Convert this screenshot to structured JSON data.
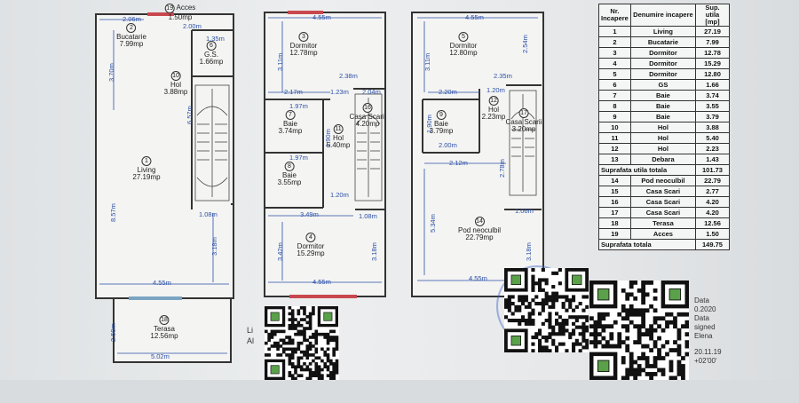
{
  "plan_ground": {
    "rooms": [
      {
        "num": "19",
        "name": "Acces",
        "area": "1.50mp"
      },
      {
        "num": "2",
        "name": "Bucatarie",
        "area": "7.99mp"
      },
      {
        "num": "6",
        "name": "G.S.",
        "area": "1.66mp"
      },
      {
        "num": "10",
        "name": "Hol",
        "area": "3.88mp"
      },
      {
        "num": "1",
        "name": "Living",
        "area": "27.19mp"
      },
      {
        "num": "18",
        "name": "Terasa",
        "area": "12.56mp"
      }
    ],
    "dims": [
      "2.06m",
      "2.00m",
      "1.35m",
      "3.70m",
      "6.57m",
      "8.57m",
      "1.08m",
      "3.18m",
      "4.55m",
      "2.50m",
      "5.02m"
    ]
  },
  "plan_first": {
    "rooms": [
      {
        "num": "3",
        "name": "Dormitor",
        "area": "12.78mp"
      },
      {
        "num": "7",
        "name": "Baie",
        "area": "3.74mp"
      },
      {
        "num": "11",
        "name": "Hol",
        "area": "5.40mp"
      },
      {
        "num": "16",
        "name": "Casa Scarii",
        "area": "4.20mp"
      },
      {
        "num": "8",
        "name": "Baie",
        "area": "3.55mp"
      },
      {
        "num": "4",
        "name": "Dormitor",
        "area": "15.29mp"
      }
    ],
    "dims": [
      "4.55m",
      "3.11m",
      "2.38m",
      "2.17m",
      "1.23m",
      "2.04m",
      "1.97m",
      "1.90m",
      "1.97m",
      "1.20m",
      "3.49m",
      "1.08m",
      "3.42m",
      "3.18m",
      "4.55m"
    ]
  },
  "plan_attic": {
    "rooms": [
      {
        "num": "5",
        "name": "Dormitor",
        "area": "12.80mp"
      },
      {
        "num": "12",
        "name": "Hol",
        "area": "2.23mp"
      },
      {
        "num": "9",
        "name": "Baie",
        "area": "3.79mp"
      },
      {
        "num": "17",
        "name": "Casa Scarii",
        "area": "3.20mp"
      },
      {
        "num": "14",
        "name": "Pod neoculbil",
        "area": "22.79mp"
      }
    ],
    "dims": [
      "4.55m",
      "2.54m",
      "3.11m",
      "2.35m",
      "2.20m",
      "1.20m",
      "1.90m",
      "2.00m",
      "2.12m",
      "2.78m",
      "1.06m",
      "5.34m",
      "3.18m",
      "4.55m"
    ]
  },
  "table": {
    "headers": [
      "Nr. Incapere",
      "Denumire incapere",
      "Sup. utila [mp]"
    ],
    "rows": [
      [
        "1",
        "Living",
        "27.19"
      ],
      [
        "2",
        "Bucatarie",
        "7.99"
      ],
      [
        "3",
        "Dormitor",
        "12.78"
      ],
      [
        "4",
        "Dormitor",
        "15.29"
      ],
      [
        "5",
        "Dormitor",
        "12.80"
      ],
      [
        "6",
        "GS",
        "1.66"
      ],
      [
        "7",
        "Baie",
        "3.74"
      ],
      [
        "8",
        "Baie",
        "3.55"
      ],
      [
        "9",
        "Baie",
        "3.79"
      ],
      [
        "10",
        "Hol",
        "3.88"
      ],
      [
        "11",
        "Hol",
        "5.40"
      ],
      [
        "12",
        "Hol",
        "2.23"
      ],
      [
        "13",
        "Debara",
        "1.43"
      ]
    ],
    "subtotal_label": "Suprafata utila totala",
    "subtotal_value": "101.73",
    "rows2": [
      [
        "14",
        "Pod neoculbil",
        "22.79"
      ],
      [
        "15",
        "Casa Scari",
        "2.77"
      ],
      [
        "16",
        "Casa Scari",
        "4.20"
      ],
      [
        "17",
        "Casa Scari",
        "4.20"
      ],
      [
        "18",
        "Terasa",
        "12.56"
      ],
      [
        "19",
        "Acces",
        "1.50"
      ]
    ],
    "total_label": "Suprafata totala",
    "total_value": "149.75"
  },
  "signature": {
    "lines": [
      "Data",
      "0.2020",
      "Data",
      "signed",
      "Elena",
      "20.11.19",
      "+02'00'"
    ]
  },
  "stamp_fragment": "Li",
  "stamp_fragment2": "Al"
}
